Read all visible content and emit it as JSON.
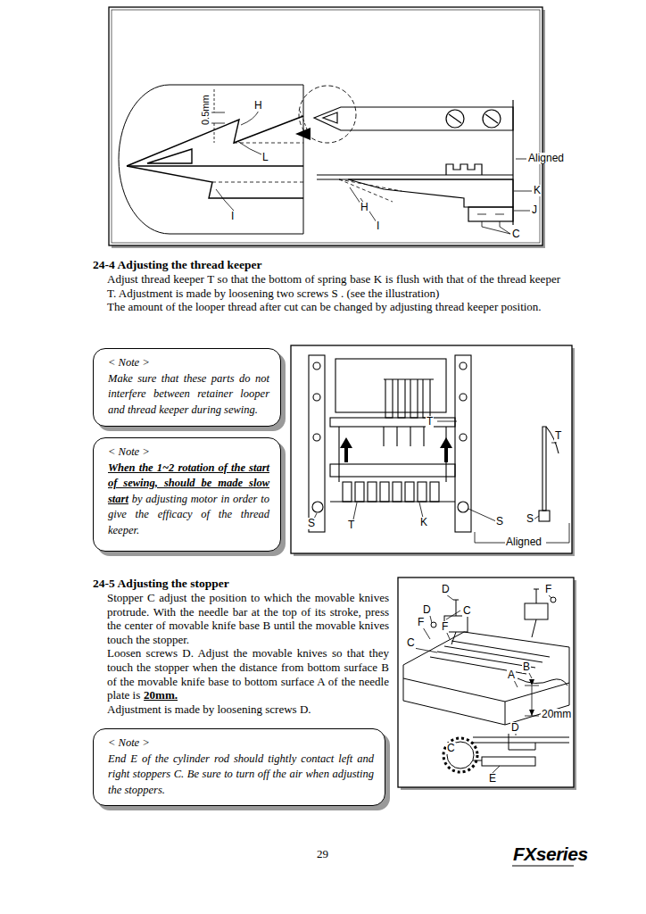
{
  "diagram": {
    "nodes": [
      {
        "text": [
          "< Note >",
          "Make sure that these parts do not interfere between retainer looper and thread keeper during sewing."
        ]
      },
      {
        "text": [
          "< Note >",
          "When the 1~2 rotation of the start of sewing, should be made slow start",
          "by adjusting motor in order to give the efficacy of the thread keeper."
        ]
      },
      {
        "text": [
          "< Note >",
          "End E of the cylinder rod should tightly contact left and right stoppers C.  Be sure to turn off the air when adjusting the stoppers."
        ]
      }
    ],
    "labels": [
      "H",
      "0.5mm",
      "L",
      "I",
      "Aligned",
      "K",
      "J",
      "H",
      "I",
      "C",
      "24-4 Adjusting the thread keeper",
      "Adjust thread keeper T so that the bottom of spring base K is flush with that of the thread keeper T. Adjustment is made by loosening two screws S . (see the illustration)",
      "The amount of the looper thread after cut can be changed by adjusting thread keeper position.",
      "T",
      "T",
      "S",
      "S",
      "S",
      "T",
      "K",
      "Aligned",
      "24-5 Adjusting the stopper",
      "Stopper C adjust the position to which the movable knives protrude.  With the needle bar at the top of its stroke, press the center of movable knife base B until the movable knives touch the stopper.",
      "Loosen screws D.  Adjust the movable knives so that they touch the stopper when the distance from bottom surface B of the movable knife base to bottom surface A of the needle plate is",
      "20mm.",
      "Adjustment is made by loosening screws D.",
      "D",
      "F",
      "D",
      "F",
      "F",
      "C",
      "C",
      "A",
      "B",
      "20mm",
      "D",
      "C",
      "E",
      "29",
      "FXseries"
    ]
  }
}
